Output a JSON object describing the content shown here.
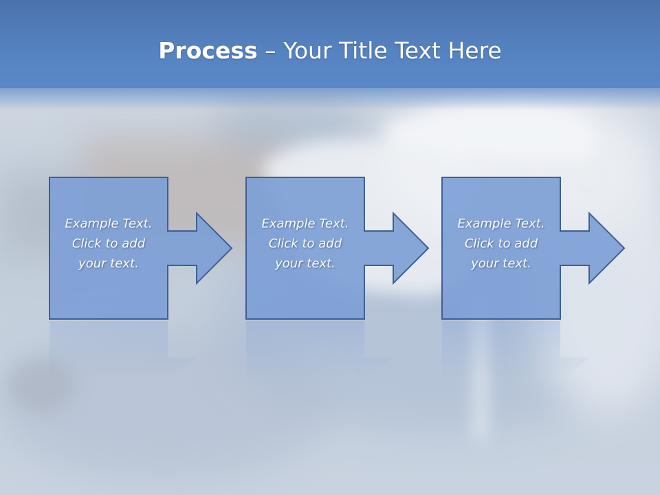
{
  "slide": {
    "title_bold": "Process",
    "title_rest": " – Your Title Text Here"
  },
  "steps": [
    {
      "line1": "Example Text.",
      "line2": "Click  to add",
      "line3": "your text."
    },
    {
      "line1": "Example Text.",
      "line2": "Click  to add",
      "line3": "your text."
    },
    {
      "line1": "Example Text.",
      "line2": "Click  to add",
      "line3": "your text."
    }
  ],
  "colors": {
    "title_bar": "#5582c0",
    "step_fill": "#7ea0d6",
    "step_stroke": "#3d5f92",
    "title_text": "#ffffff"
  }
}
